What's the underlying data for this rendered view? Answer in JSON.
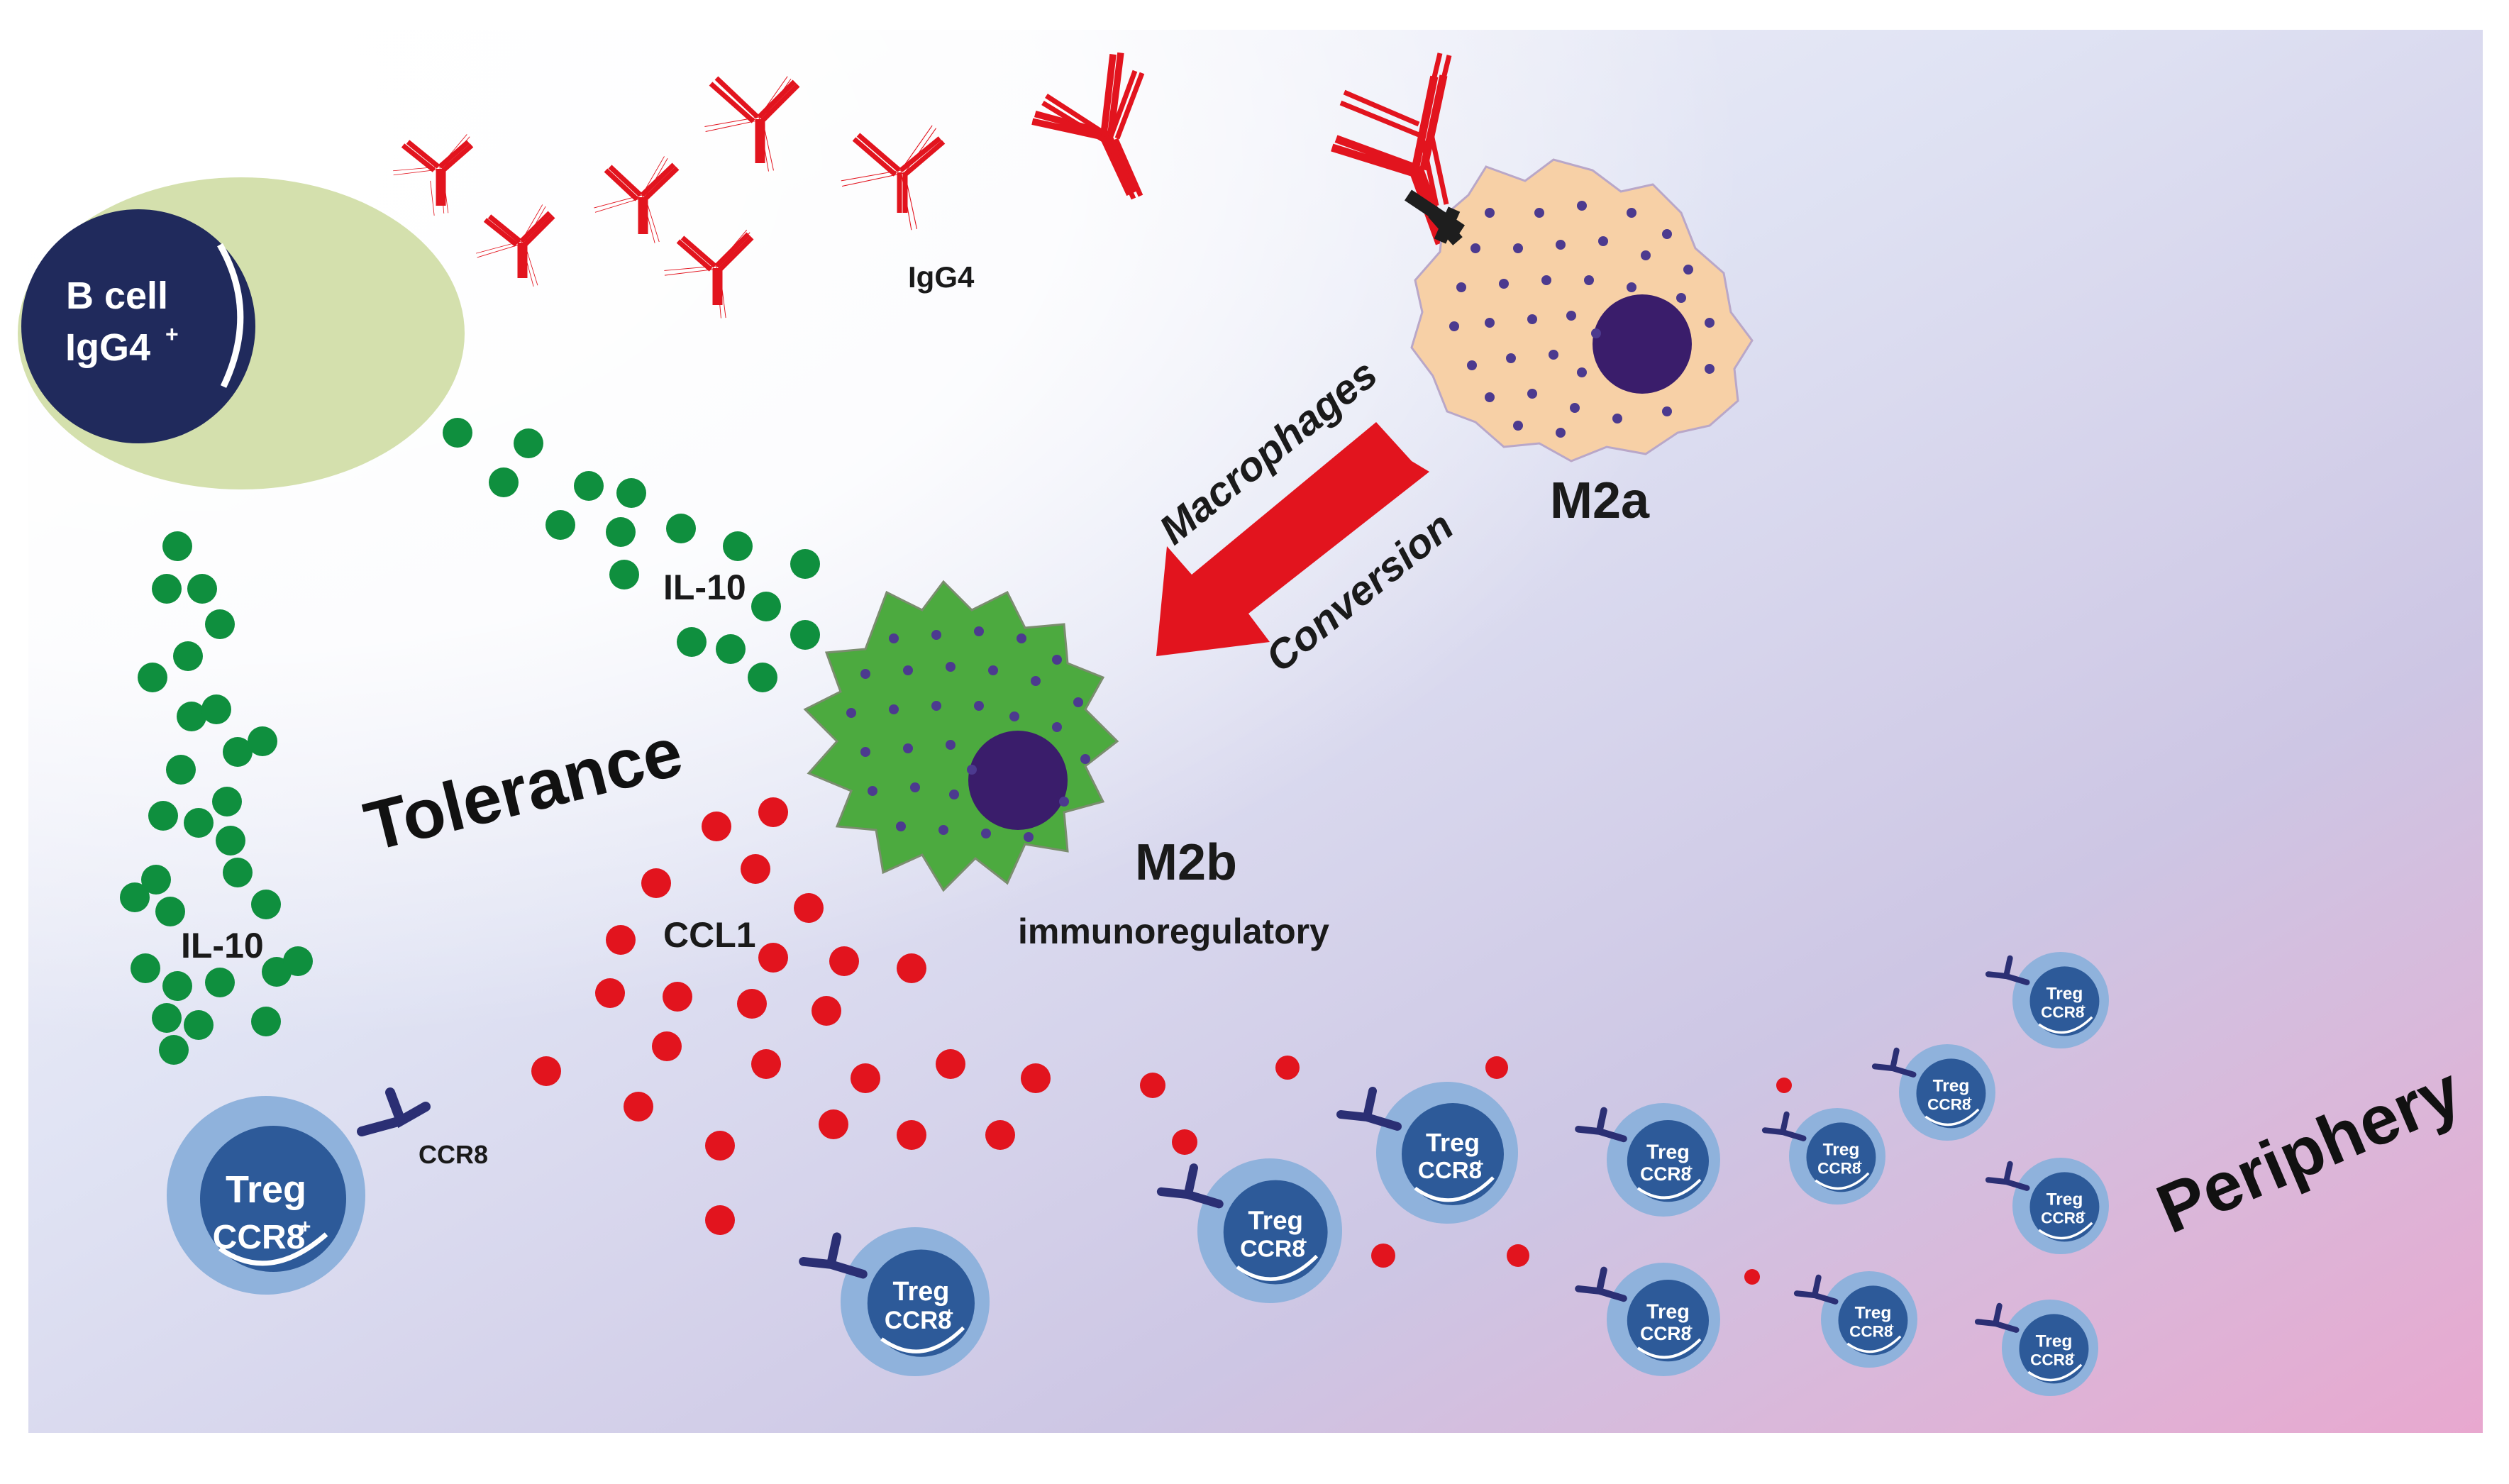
{
  "labels": {
    "b_cell_line1": "B cell",
    "b_cell_line2": "IgG4",
    "b_cell_sup": "+",
    "igg4": "IgG4",
    "il10_upper": "IL-10",
    "il10_lower": "IL-10",
    "tolerance": "Tolerance",
    "ccl1": "CCL1",
    "ccr8": "CCR8",
    "m2a": "M2a",
    "m2b": "M2b",
    "m2b_sub": "immunoregulatory",
    "arrow_top": "Macrophages",
    "arrow_bottom": "Conversion",
    "periphery": "Periphery",
    "treg_line1": "Treg",
    "treg_line2": "CCR8",
    "treg_sup": "+"
  },
  "colors": {
    "b_cell_outer": "#d4e0ad",
    "b_cell_nucleus": "#202a5c",
    "antibody": "#e2141e",
    "il10_dot": "#0f8f3e",
    "ccl1_dot": "#e2141e",
    "m2a_body": "#f7d0a6",
    "m2a_nucleus": "#3a1d6b",
    "m2b_body": "#4caa3f",
    "treg_outer": "#8fb2dc",
    "treg_inner": "#2d5a99",
    "ccr8_receptor": "#2b2f74",
    "arrow": "#e2141e",
    "background_start": "#ffffff",
    "background_end": "#e8a8cf"
  },
  "icons": [
    "antibody-icon",
    "il10-dot-icon",
    "ccl1-dot-icon",
    "ccr8-receptor-icon",
    "conversion-arrow-icon"
  ]
}
